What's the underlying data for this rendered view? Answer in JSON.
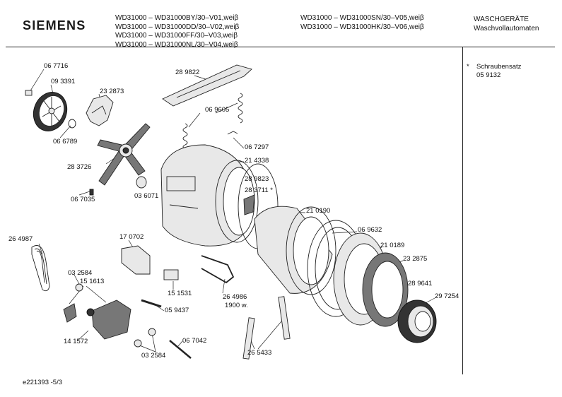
{
  "brand": "SIEMENS",
  "models_left": [
    "WD31000 – WD31000BY/30–V01,weiβ",
    "WD31000 – WD31000DD/30–V02,weiβ",
    "WD31000 – WD31000FF/30–V03,weiβ",
    "WD31000 – WD31000NL/30–V04,weiβ"
  ],
  "models_right": [
    "WD31000 – WD31000SN/30–V05,weiβ",
    "WD31000 – WD31000HK/30–V06,weiβ"
  ],
  "category": [
    "WASCHGERÄTE",
    "Waschvollautomaten"
  ],
  "note": {
    "marker": "*",
    "text": "Schraubensatz",
    "part": "05 9132"
  },
  "parts": [
    {
      "id": "p0677716",
      "label": "06 7716"
    },
    {
      "id": "p093391",
      "label": "09 3391"
    },
    {
      "id": "p232873",
      "label": "23 2873"
    },
    {
      "id": "p066789",
      "label": "06 6789"
    },
    {
      "id": "p289822",
      "label": "28 9822"
    },
    {
      "id": "p069605",
      "label": "06 9605"
    },
    {
      "id": "p067297",
      "label": "06 7297"
    },
    {
      "id": "p214338",
      "label": "21 4338"
    },
    {
      "id": "p283726",
      "label": "28 3726"
    },
    {
      "id": "p036071",
      "label": "03 6071"
    },
    {
      "id": "p067035",
      "label": "06 7035"
    },
    {
      "id": "p289823",
      "label": "28 9823"
    },
    {
      "id": "p283711",
      "label": "28 3711 *"
    },
    {
      "id": "p210190",
      "label": "21 0190"
    },
    {
      "id": "p069632",
      "label": "06 9632"
    },
    {
      "id": "p210189",
      "label": "21 0189"
    },
    {
      "id": "p232875",
      "label": "23 2875"
    },
    {
      "id": "p289641",
      "label": "28 9641"
    },
    {
      "id": "p297254",
      "label": "29 7254"
    },
    {
      "id": "p264987",
      "label": "26 4987"
    },
    {
      "id": "p170702",
      "label": "17 0702"
    },
    {
      "id": "p032584a",
      "label": "03 2584"
    },
    {
      "id": "p151613",
      "label": "15 1613"
    },
    {
      "id": "p151531",
      "label": "15 1531"
    },
    {
      "id": "p264986",
      "label": "26 4986"
    },
    {
      "id": "p1900w",
      "label": "1900 w."
    },
    {
      "id": "p059437",
      "label": "05 9437"
    },
    {
      "id": "p141572",
      "label": "14 1572"
    },
    {
      "id": "p067042",
      "label": "06 7042"
    },
    {
      "id": "p032584b",
      "label": "03 2584"
    },
    {
      "id": "p265433",
      "label": "26 5433"
    }
  ],
  "footer": "e221393   -5/3"
}
